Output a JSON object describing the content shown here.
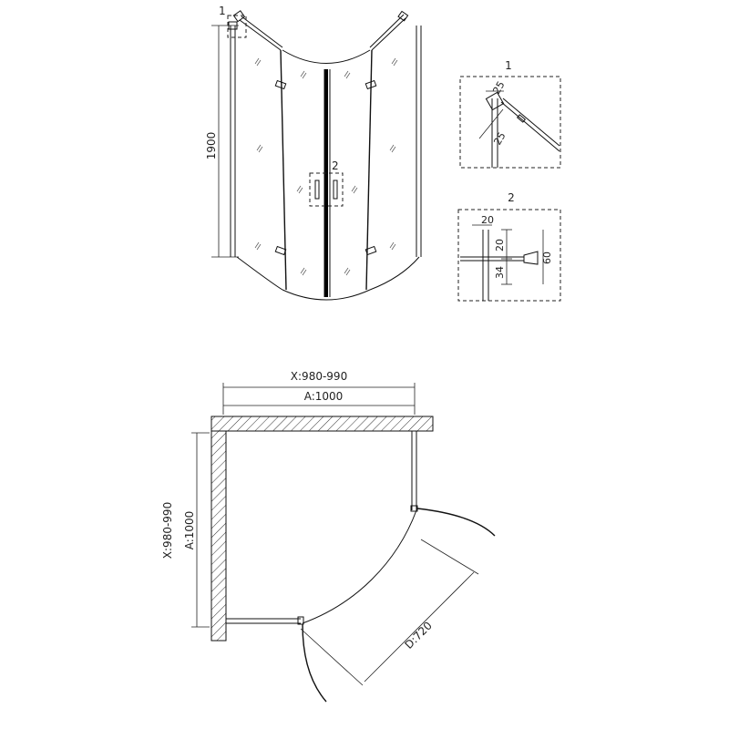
{
  "front_view": {
    "height_label": "1900",
    "callout_1": "1",
    "callout_2": "2"
  },
  "detail_1": {
    "title": "1",
    "dim_a": "25",
    "dim_b": "25"
  },
  "detail_2": {
    "title": "2",
    "dim_width": "20",
    "dim_top": "20",
    "dim_bottom": "34",
    "dim_total": "60"
  },
  "plan_view": {
    "x_range_top": "X:980-990",
    "a_top": "A:1000",
    "x_range_left": "X:980-990",
    "a_left": "A:1000",
    "d_label": "D:720"
  }
}
